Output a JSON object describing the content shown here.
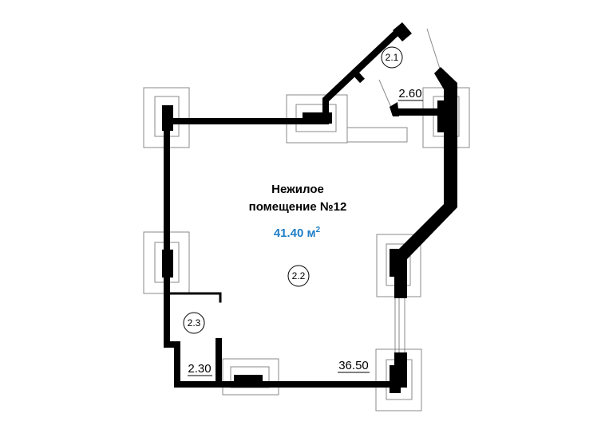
{
  "room": {
    "name_line1": "Нежилое",
    "name_line2": "помещение №12",
    "area_value": "41.40 м",
    "area_sup": "2"
  },
  "room_ids": [
    "2.1",
    "2.2",
    "2.3"
  ],
  "dimensions": [
    "2.60",
    "2.30",
    "36.50"
  ],
  "colors": {
    "wall": "#000000",
    "area": "#1f7fc7",
    "guide": "#8a8a8a"
  }
}
